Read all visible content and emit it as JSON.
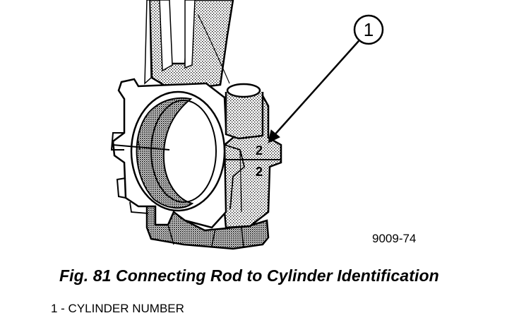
{
  "figure": {
    "callout_number": "1",
    "stamp_upper": "2",
    "stamp_lower": "2",
    "reference_code": "9009-74"
  },
  "caption": "Fig. 81 Connecting Rod to Cylinder Identification",
  "legend": [
    {
      "number": "1",
      "text": "1 - CYLINDER NUMBER"
    }
  ]
}
